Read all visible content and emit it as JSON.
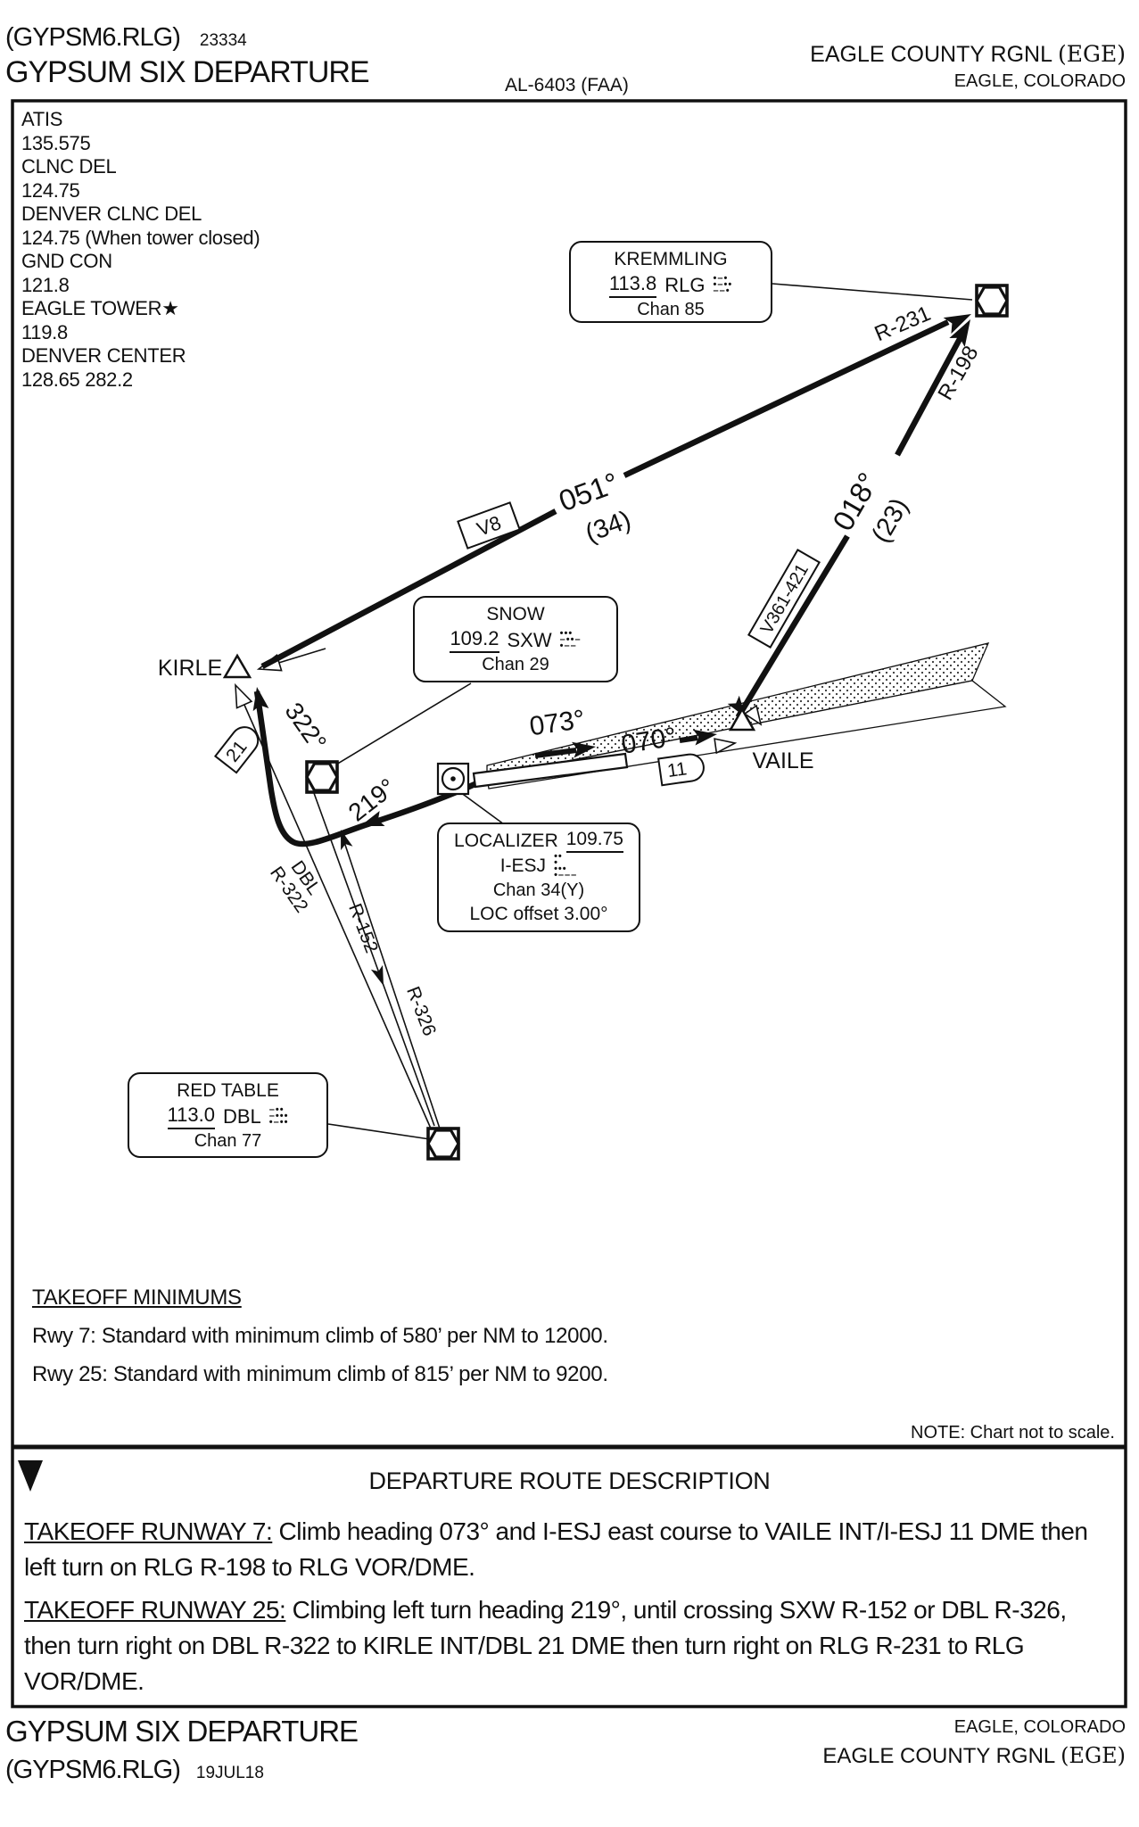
{
  "header": {
    "procedure_code": "(GYPSM6.RLG)",
    "chart_ref": "23334",
    "title": "GYPSUM SIX DEPARTURE",
    "al_number": "AL-6403 (FAA)",
    "airport_name": "EAGLE COUNTY RGNL ",
    "airport_id": "(EGE)",
    "city": "EAGLE, COLORADO"
  },
  "comm": {
    "items": [
      {
        "label": "ATIS",
        "value": "135.575"
      },
      {
        "label": "CLNC DEL",
        "value": "124.75"
      },
      {
        "label": "DENVER CLNC DEL",
        "value": "124.75 (When tower closed)"
      },
      {
        "label": "GND CON",
        "value": "121.8"
      },
      {
        "label": "EAGLE TOWER★",
        "value": "119.8"
      },
      {
        "label": "DENVER CENTER",
        "value": "128.65  282.2"
      }
    ]
  },
  "navaids": {
    "kremmling": {
      "name": "KREMMLING",
      "freq": "113.8",
      "id": "RLG",
      "chan": "Chan 85",
      "morse": [
        "•–•",
        "•–••",
        "––•"
      ]
    },
    "snow": {
      "name": "SNOW",
      "freq": "109.2",
      "id": "SXW",
      "chan": "Chan 29",
      "morse": [
        "•••",
        "–••–",
        "•––"
      ]
    },
    "localizer": {
      "name": "LOCALIZER",
      "freq": "109.75",
      "id": "I-ESJ",
      "chan": "Chan 34(Y)",
      "offset": "LOC offset 3.00°",
      "morse": [
        "••",
        "•",
        "•••",
        "•–––"
      ]
    },
    "red_table": {
      "name": "RED TABLE",
      "freq": "113.0",
      "id": "DBL",
      "chan": "Chan 77",
      "morse": [
        "–••",
        "–•••",
        "•–••"
      ]
    }
  },
  "fixes": {
    "kirle": "KIRLE",
    "vaile": "VAILE"
  },
  "chart_labels": {
    "v8": "V8",
    "crs051": "051°",
    "dist34": "(34)",
    "r231": "R-231",
    "v361": "V361-421",
    "crs018": "018°",
    "dist23": "(23)",
    "r198": "R-198",
    "crs322": "322°",
    "dme21": "21",
    "crs219": "219°",
    "crs073": "073°",
    "crs070": "070°",
    "dme11": "11",
    "dbl": "DBL",
    "r322": "R-322",
    "r152": "R-152",
    "r326": "R-326"
  },
  "takeoff_minimums": {
    "title": "TAKEOFF MINIMUMS",
    "rwy7": "Rwy 7: Standard with minimum climb of 580’ per NM to 12000.",
    "rwy25": "Rwy 25: Standard with minimum climb of 815’ per NM to 9200."
  },
  "note": "NOTE: Chart not to scale.",
  "route_description": {
    "title": "DEPARTURE ROUTE DESCRIPTION",
    "t_icon": "T",
    "rwy7_label": "TAKEOFF RUNWAY 7:",
    "rwy7_text": " Climb heading 073° and I-ESJ east course to VAILE INT/I-ESJ 11 DME then left turn on RLG R-198 to RLG VOR/DME.",
    "rwy25_label": "TAKEOFF RUNWAY 25:",
    "rwy25_text": " Climbing left turn heading 219°, until crossing SXW R-152 or DBL R-326, then turn right on DBL R-322 to KIRLE INT/DBL 21 DME then turn right on RLG R-231 to RLG VOR/DME."
  },
  "footer": {
    "title": "GYPSUM SIX DEPARTURE",
    "procedure_code": "(GYPSM6.RLG)",
    "date": "19JUL18",
    "city": "EAGLE, COLORADO",
    "airport_name": "EAGLE COUNTY RGNL ",
    "airport_id": "(EGE)"
  }
}
